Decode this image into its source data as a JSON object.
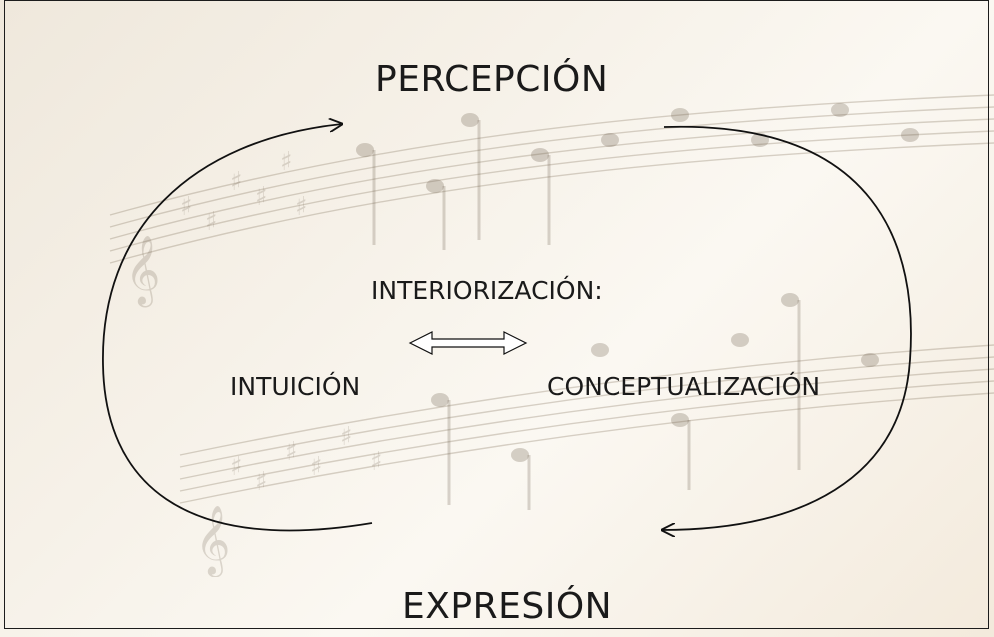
{
  "diagram": {
    "top_label": "PERCEPCIÓN",
    "bottom_label": "EXPRESIÓN",
    "center_label": "INTERIORIZACIÓN:",
    "left_label": "INTUICIÓN",
    "right_label": "CONCEPTUALIZACIÓN",
    "connector": "double-arrow-icon",
    "cycle_arrows": [
      "curved-arrow-left-icon",
      "curved-arrow-right-icon"
    ]
  },
  "colors": {
    "text": "#1a1a1a",
    "lines": "#111111",
    "paper": "#f6f1e8",
    "score_ink": "#8a7b66"
  }
}
